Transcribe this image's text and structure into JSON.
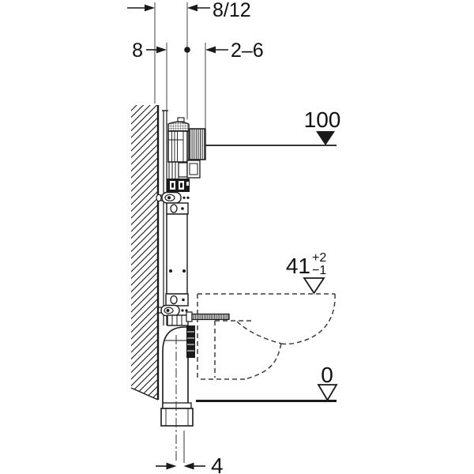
{
  "drawing": {
    "kind": "wall-hung WC concealed-cistern installation, side section",
    "background": "#ffffff",
    "ink": "#1a1a1a",
    "dash_color": "#3d3d3d",
    "labels": {
      "dim_depth": "8/12",
      "dim_frame": "8",
      "dim_stub": "2–6",
      "dim_outlet": "4",
      "level_top": "100",
      "level_bowl": "41",
      "level_bowl_tol_plus": "+2",
      "level_bowl_tol_minus": "−1",
      "level_floor": "0"
    },
    "markers": {
      "level_top": "filled-triangle-down",
      "level_bowl": "open-triangle-down",
      "level_floor": "open-triangle-down"
    }
  }
}
